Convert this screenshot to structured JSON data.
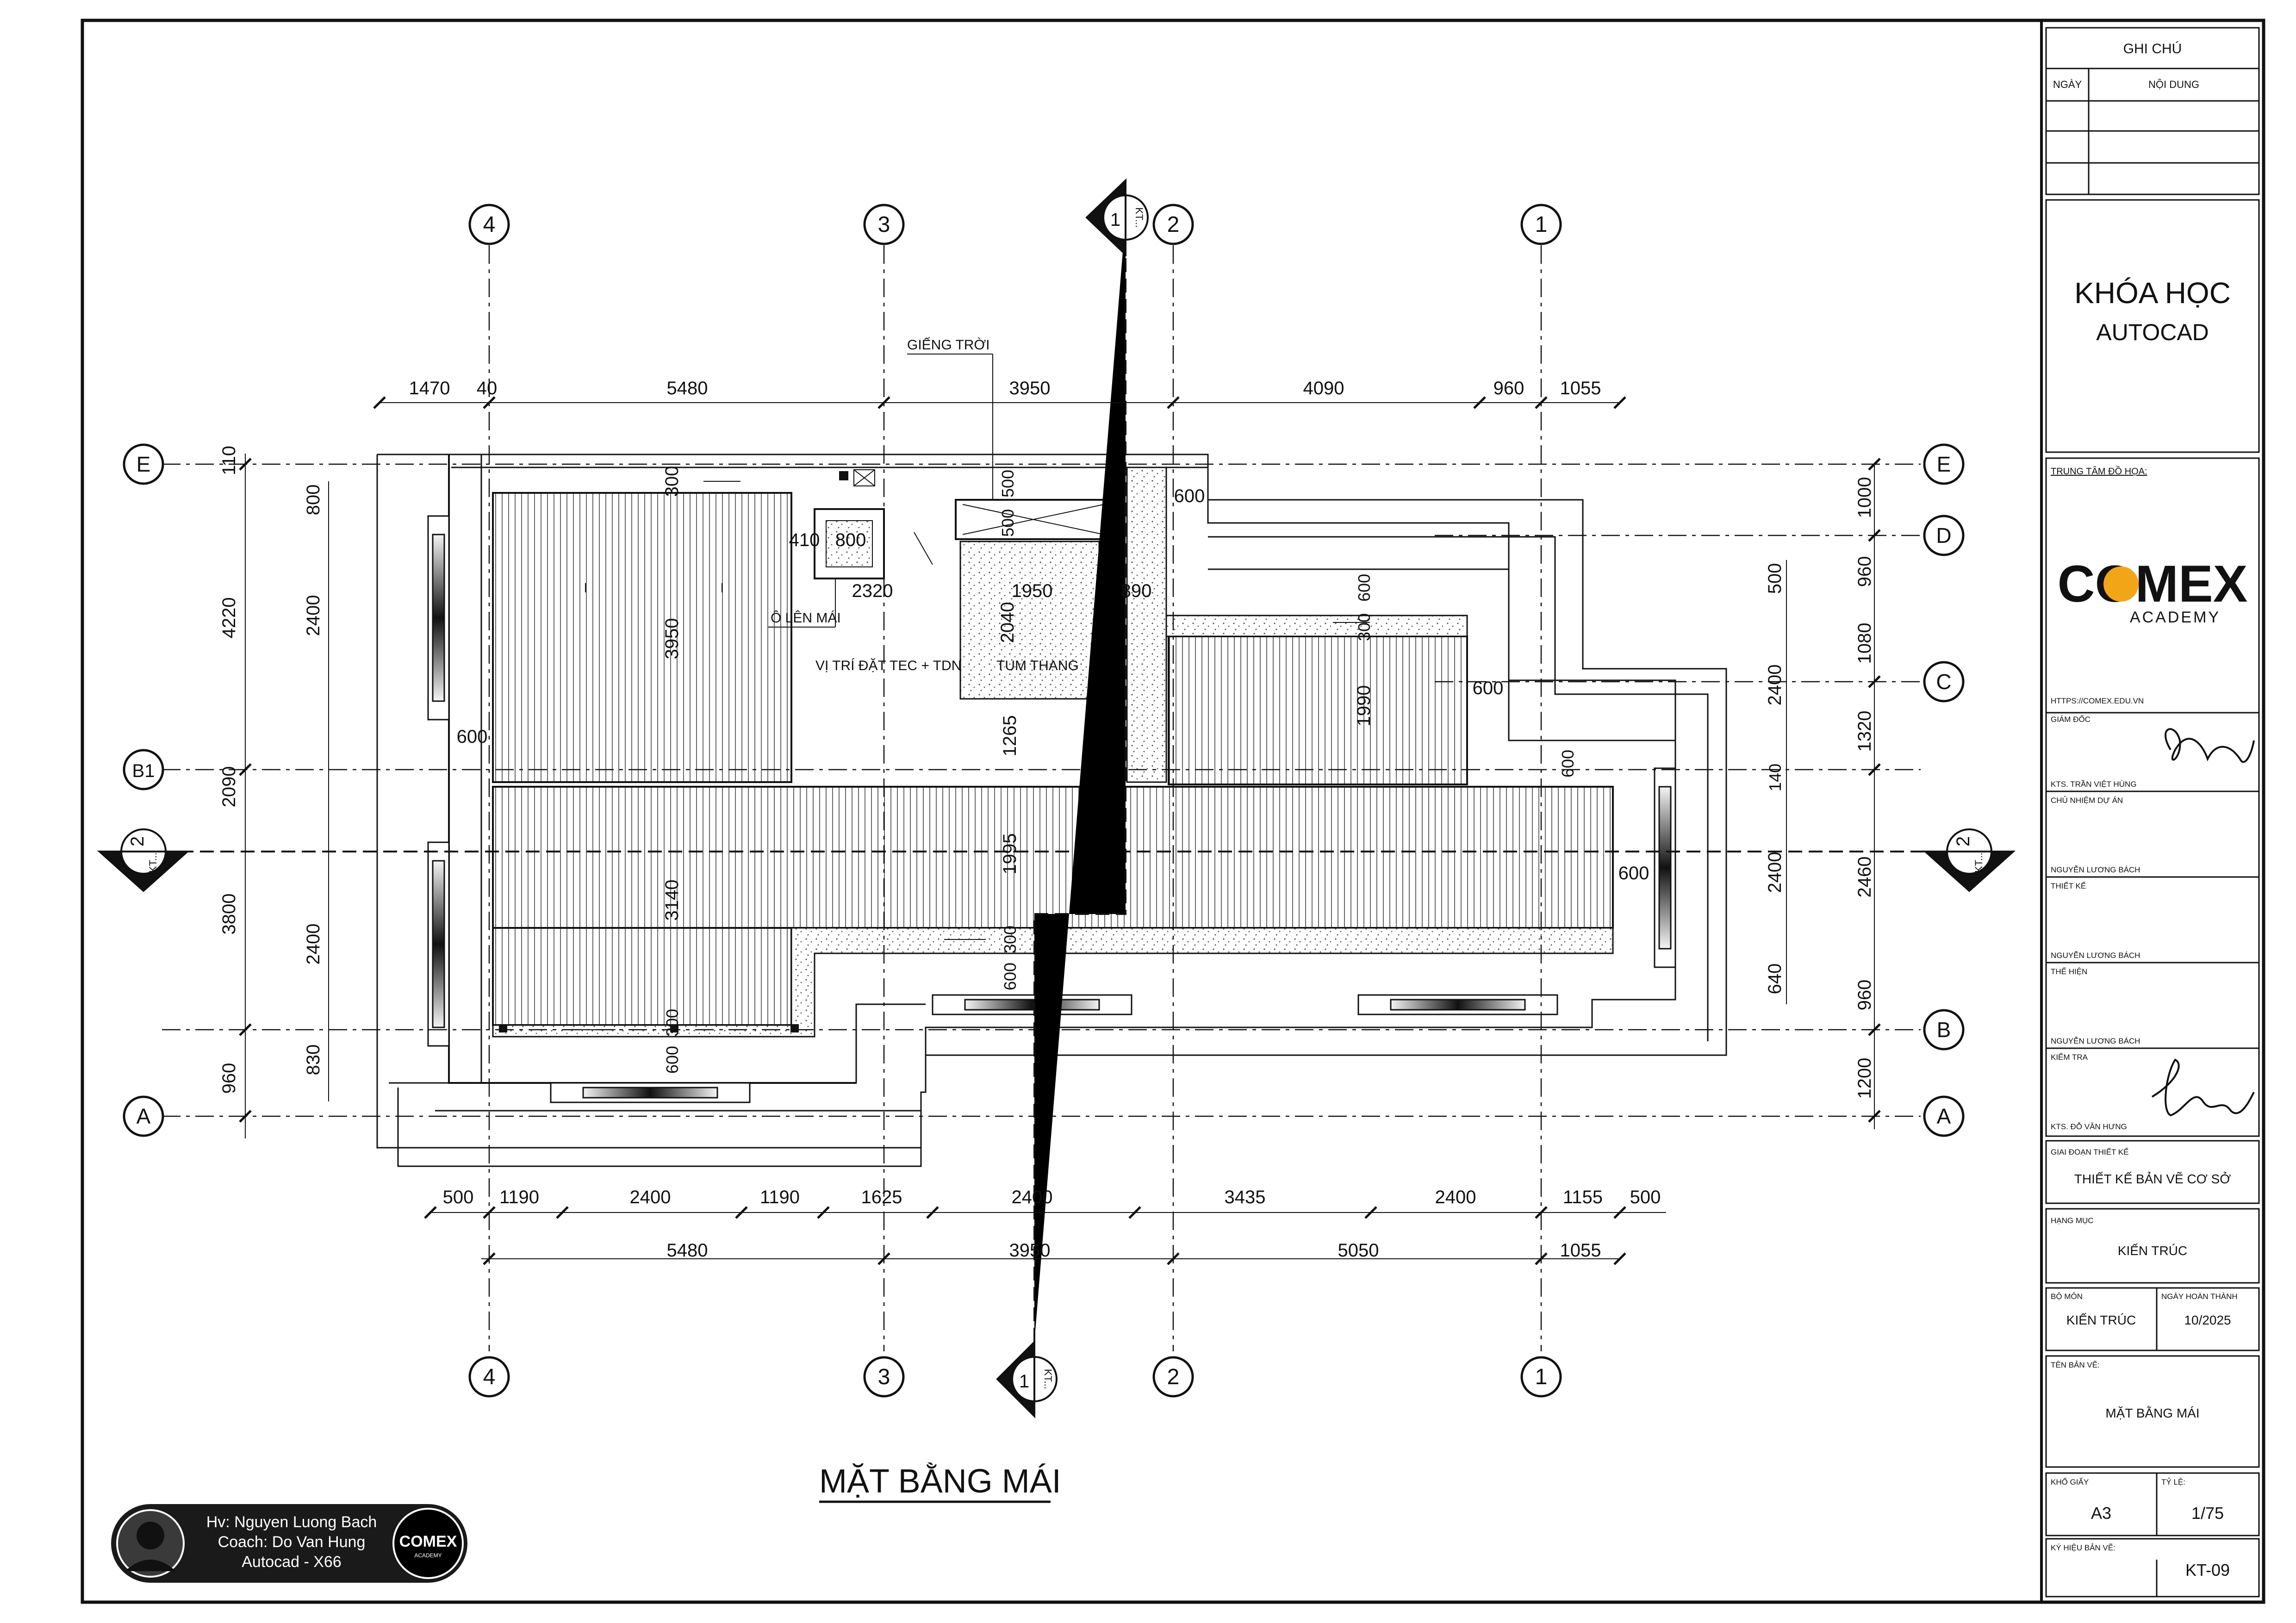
{
  "drawing": {
    "title": "MẶT BẰNG MÁI",
    "grid_top": [
      "4",
      "3",
      "2",
      "1"
    ],
    "grid_bottom": [
      "4",
      "3",
      "2",
      "1"
    ],
    "grid_left": [
      "E",
      "B1",
      "A"
    ],
    "grid_right": [
      "E",
      "D",
      "C",
      "B",
      "A"
    ],
    "section_1_num": "1",
    "section_2_num": "2",
    "section_ref": "KT...",
    "top_dims": [
      "1470",
      "40",
      "5480",
      "3950",
      "4090",
      "960",
      "1055"
    ],
    "bottom_dims_1": [
      "500",
      "1190",
      "2400",
      "1190",
      "1625",
      "2400",
      "3435",
      "2400",
      "1155",
      "500"
    ],
    "bottom_dims_2": [
      "5480",
      "3950",
      "5050",
      "1055"
    ],
    "left_dims_outer": [
      "110",
      "4220",
      "2090",
      "3800",
      "960"
    ],
    "left_dims_inner": [
      "800",
      "2400",
      "2400",
      "830"
    ],
    "right_dims_outer": [
      "1000",
      "960",
      "1080",
      "1320",
      "2460",
      "960",
      "1200"
    ],
    "right_dims_inner": [
      "500",
      "2400",
      "140",
      "2400",
      "640"
    ],
    "inner_dims": [
      "300",
      "410",
      "800",
      "2320",
      "3950",
      "500",
      "500",
      "1950",
      "2040",
      "890",
      "600",
      "300",
      "600",
      "1990",
      "600",
      "1265",
      "1995",
      "3140",
      "600",
      "600",
      "600",
      "300",
      "600",
      "300",
      "600",
      "600"
    ],
    "labels": {
      "skylight": "GIẾNG TRỜI",
      "roof_hatch": "Ô LÊN MÁI",
      "tank": "VỊ TRÍ ĐẶT TEC + TDN",
      "stair": "TUM THANG"
    }
  },
  "badge": {
    "student": "Hv: Nguyen Luong Bach",
    "coach": "Coach: Do Van Hung",
    "course": "Autocad - X66",
    "logo_text": "COMEX",
    "logo_sub": "ACADEMY"
  },
  "title_block": {
    "notes_header": "GHI CHÚ",
    "col_date": "NGÀY",
    "col_content": "NỘI DUNG",
    "course_line1": "KHÓA HỌC",
    "course_line2": "AUTOCAD",
    "center_label": "TRUNG TÂM ĐỒ HỌA:",
    "logo_text": "COMEX",
    "logo_sub": "ACADEMY",
    "website": "HTTPS://COMEX.EDU.VN",
    "director_label": "GIÁM ĐỐC",
    "director_name": "KTS. TRẦN VIỆT HÙNG",
    "pm_label": "CHỦ NHIỆM DỰ ÁN",
    "pm_name": "NGUYỄN LƯƠNG BÁCH",
    "design_label": "THIẾT KẾ",
    "design_name": "NGUYỄN LƯƠNG BÁCH",
    "draft_label": "THỂ HIỆN",
    "draft_name": "NGUYỄN LƯƠNG BÁCH",
    "check_label": "KIỂM TRA",
    "check_name": "KTS. ĐỖ VĂN HƯNG",
    "phase_label": "GIAI ĐOẠN THIẾT KẾ",
    "phase_value": "THIẾT KẾ BẢN VẼ CƠ SỞ",
    "category_label": "HẠNG MỤC",
    "category_value": "KIẾN TRÚC",
    "dept_label": "BỘ MÔN",
    "dept_value": "KIẾN TRÚC",
    "date_label": "NGÀY HOÀN THÀNH",
    "date_value": "10/2025",
    "sheet_name_label": "TÊN BẢN VẼ:",
    "sheet_name_value": "MẶT BẰNG MÁI",
    "paper_label": "KHỔ GIẤY",
    "paper_value": "A3",
    "scale_label": "TỶ LỆ:",
    "scale_value": "1/75",
    "code_label": "KÝ HIỆU BẢN VẼ:",
    "code_value": "KT-09"
  },
  "colors": {
    "line": "#111111",
    "comex_orange": "#f2a516",
    "badge_bg": "#1a1a1a"
  }
}
